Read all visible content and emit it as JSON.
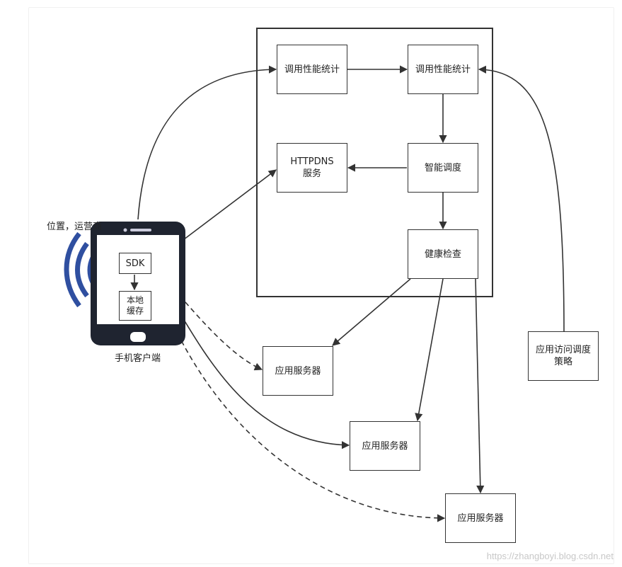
{
  "diagram": {
    "nodes": {
      "stats_1": "调用性能统计",
      "stats_2": "调用性能统计",
      "httpdns": "HTTPDNS\n服务",
      "smart_dispatch": "智能调度",
      "health_check": "健康检查",
      "app_server_1": "应用服务器",
      "app_server_2": "应用服务器",
      "app_server_3": "应用服务器",
      "access_policy": "应用访问调度\n策略",
      "sdk": "SDK",
      "local_cache": "本地\n缓存"
    },
    "labels": {
      "location_carrier": "位置，运营商",
      "mobile_client": "手机客户端"
    },
    "edges": [
      {
        "from": "sdk",
        "to": "stats_1",
        "style": "solid"
      },
      {
        "from": "stats_1",
        "to": "stats_2",
        "style": "solid"
      },
      {
        "from": "access_policy",
        "to": "stats_2",
        "style": "solid"
      },
      {
        "from": "stats_2",
        "to": "smart_dispatch",
        "style": "solid"
      },
      {
        "from": "smart_dispatch",
        "to": "httpdns",
        "style": "solid"
      },
      {
        "from": "smart_dispatch",
        "to": "health_check",
        "style": "solid"
      },
      {
        "from": "sdk",
        "to": "httpdns",
        "style": "solid"
      },
      {
        "from": "sdk",
        "to": "local_cache",
        "style": "solid"
      },
      {
        "from": "health_check",
        "to": "app_server_1",
        "style": "solid"
      },
      {
        "from": "health_check",
        "to": "app_server_2",
        "style": "solid"
      },
      {
        "from": "health_check",
        "to": "app_server_3",
        "style": "solid"
      },
      {
        "from": "sdk",
        "to": "app_server_1",
        "style": "dashed"
      },
      {
        "from": "sdk",
        "to": "app_server_2",
        "style": "solid"
      },
      {
        "from": "sdk",
        "to": "app_server_3",
        "style": "dashed"
      }
    ]
  },
  "colors": {
    "line": "#333333",
    "phone": "#1f2430",
    "signal": "#2f4fa0"
  },
  "watermark": "https://zhangboyi.blog.csdn.net"
}
